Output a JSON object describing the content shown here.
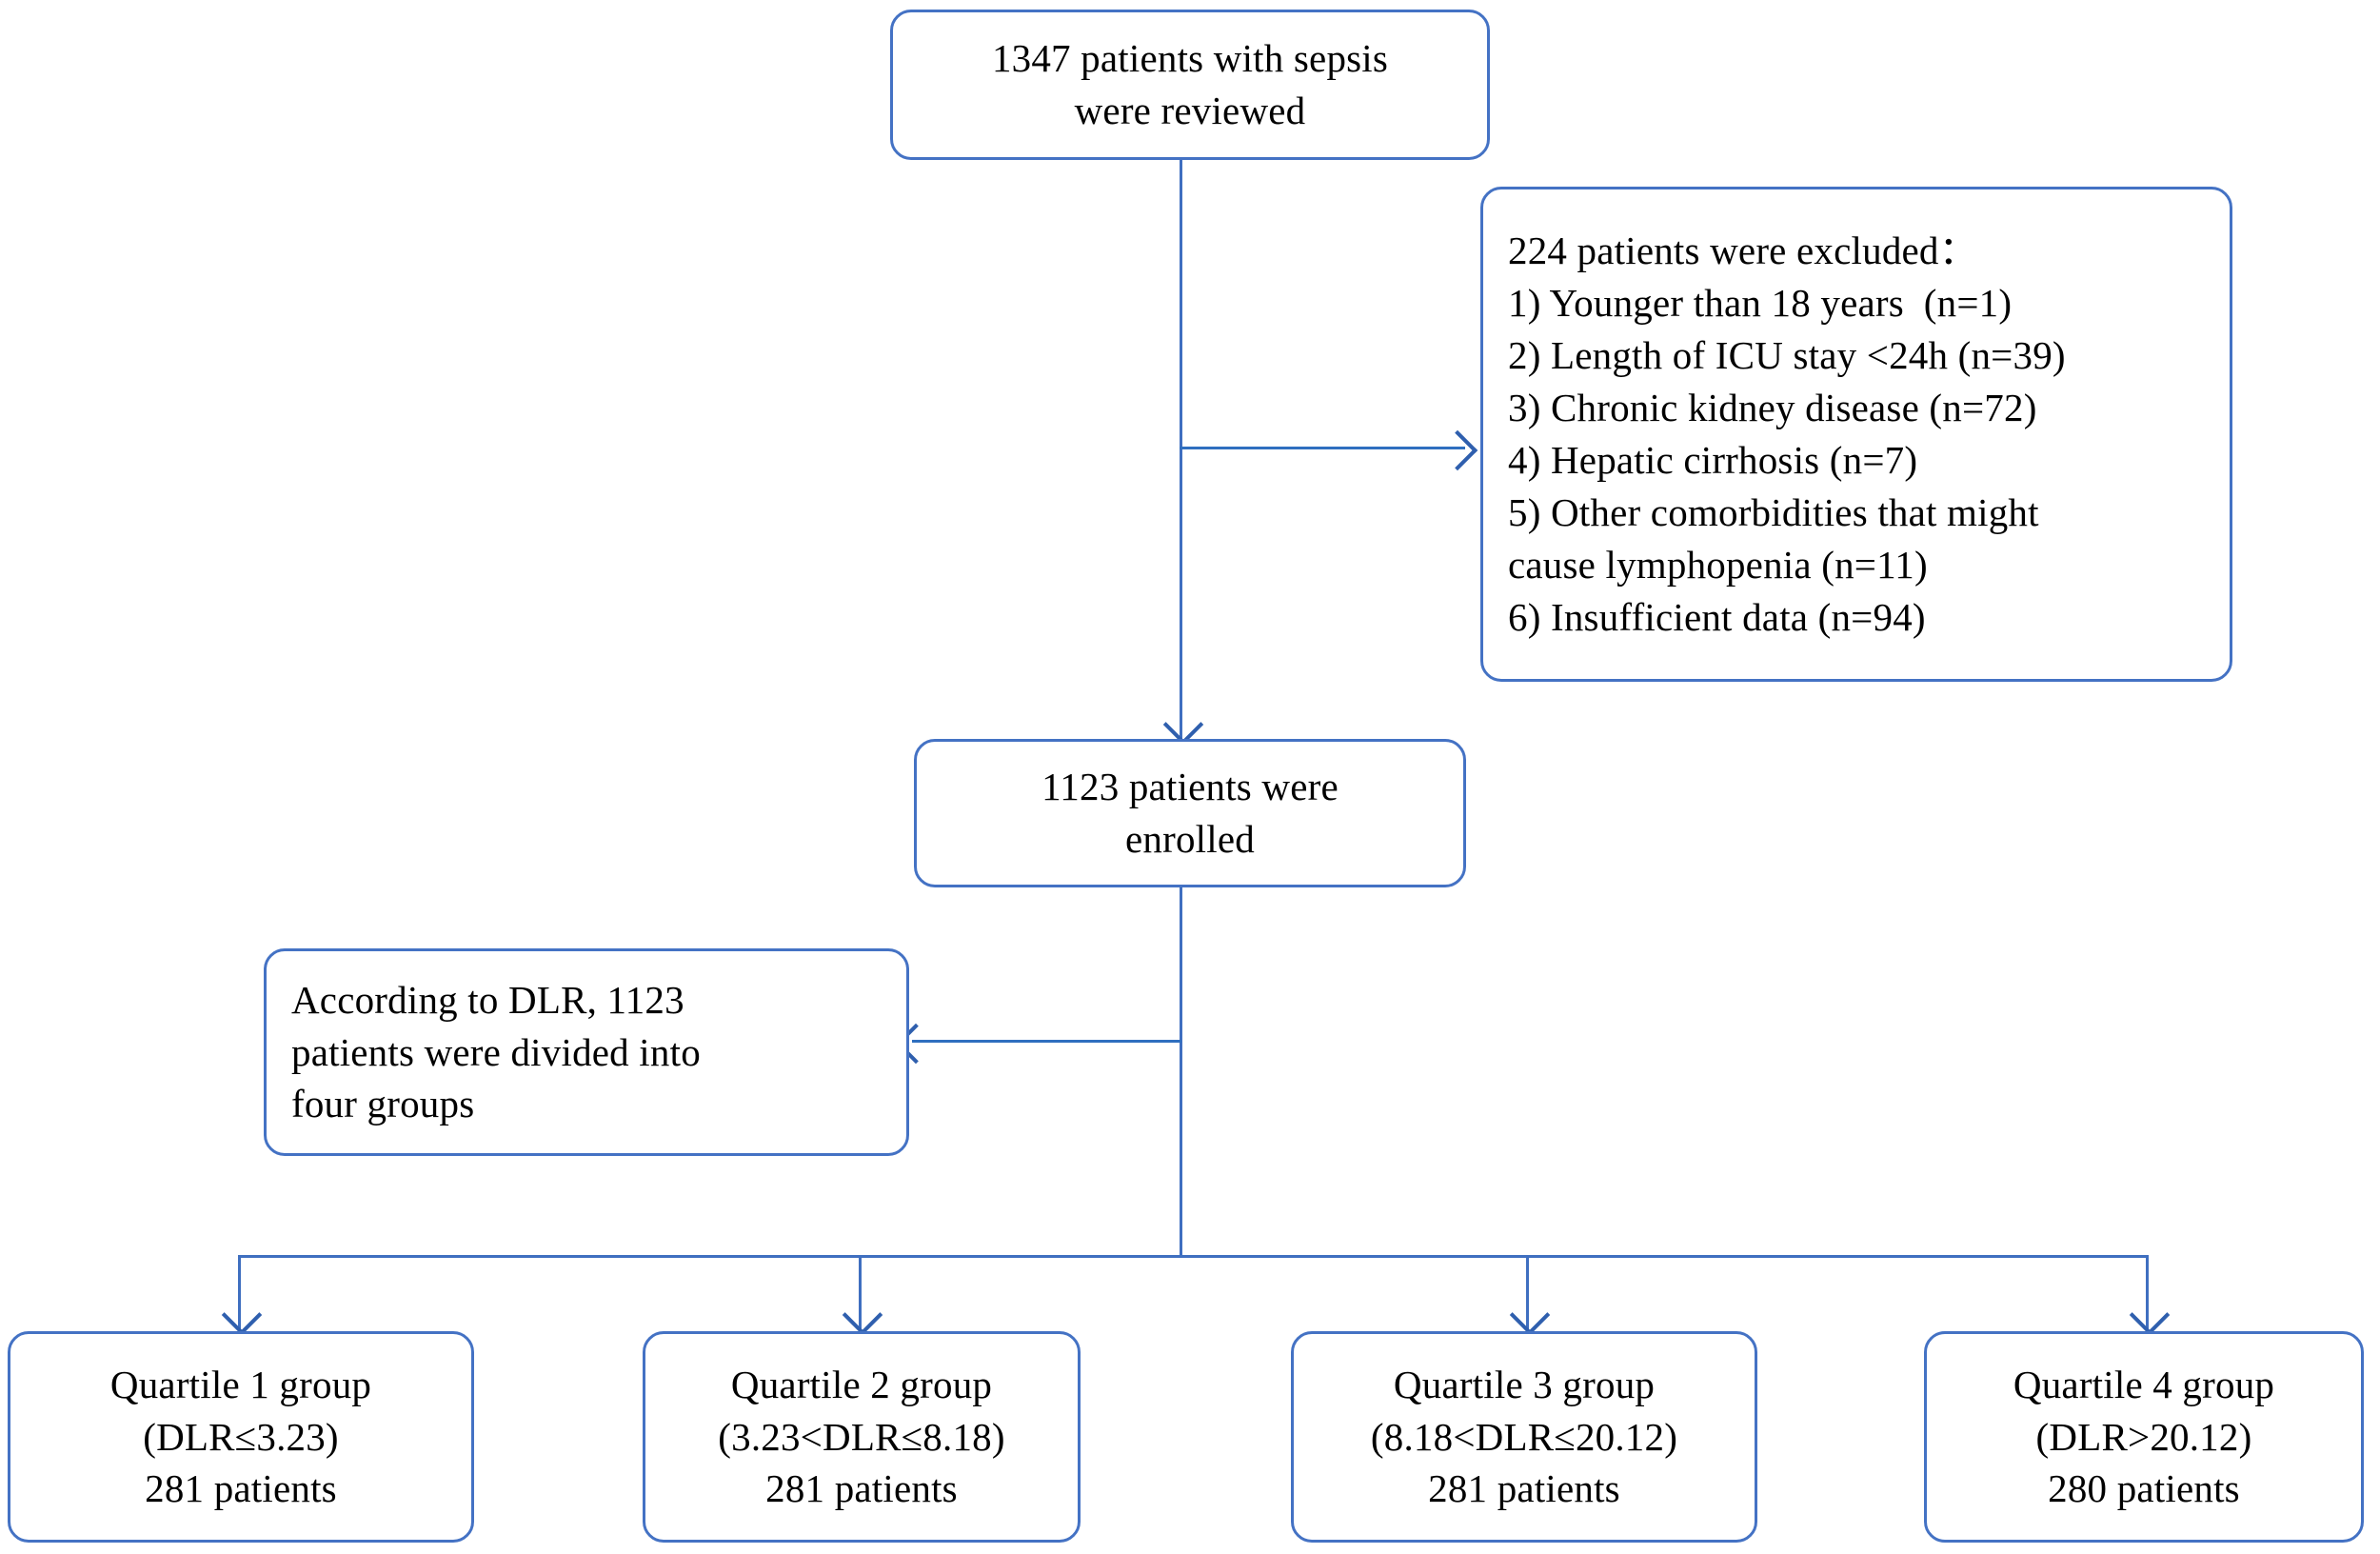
{
  "diagram": {
    "type": "flowchart",
    "title": "Patient selection flow diagram",
    "accent_color": "#4472C4",
    "line_color": "#3f6fc0",
    "text_color": "#000000",
    "background": "#ffffff"
  },
  "nodes": {
    "reviewed": {
      "lines": [
        "1347 patients with sepsis",
        "were reviewed"
      ],
      "count": 1347
    },
    "excluded": {
      "lines": [
        "224 patients were excluded：",
        "1) Younger than 18 years  (n=1)",
        "2) Length of ICU stay <24h (n=39)",
        "3) Chronic kidney disease (n=72)",
        "4) Hepatic cirrhosis (n=7)",
        "5) Other comorbidities that might",
        "cause lymphopenia (n=11)",
        "6) Insufficient data (n=94)"
      ],
      "total_excluded": 224
    },
    "enrolled": {
      "lines": [
        "1123 patients were",
        "enrolled"
      ],
      "count": 1123
    },
    "grouping": {
      "lines": [
        "According to DLR, 1123",
        "patients were divided into",
        "four groups"
      ],
      "count": 1123,
      "groups": 4
    }
  },
  "quartiles": [
    {
      "title": "Quartile 1 group",
      "range": "(DLR≤3.23)",
      "patients": "281 patients"
    },
    {
      "title": "Quartile 2 group",
      "range": "(3.23<DLR≤8.18)",
      "patients": "281 patients"
    },
    {
      "title": "Quartile 3 group",
      "range": "(8.18<DLR≤20.12)",
      "patients": "281 patients"
    },
    {
      "title": "Quartile 4 group",
      "range": "(DLR>20.12)",
      "patients": "280 patients"
    }
  ]
}
